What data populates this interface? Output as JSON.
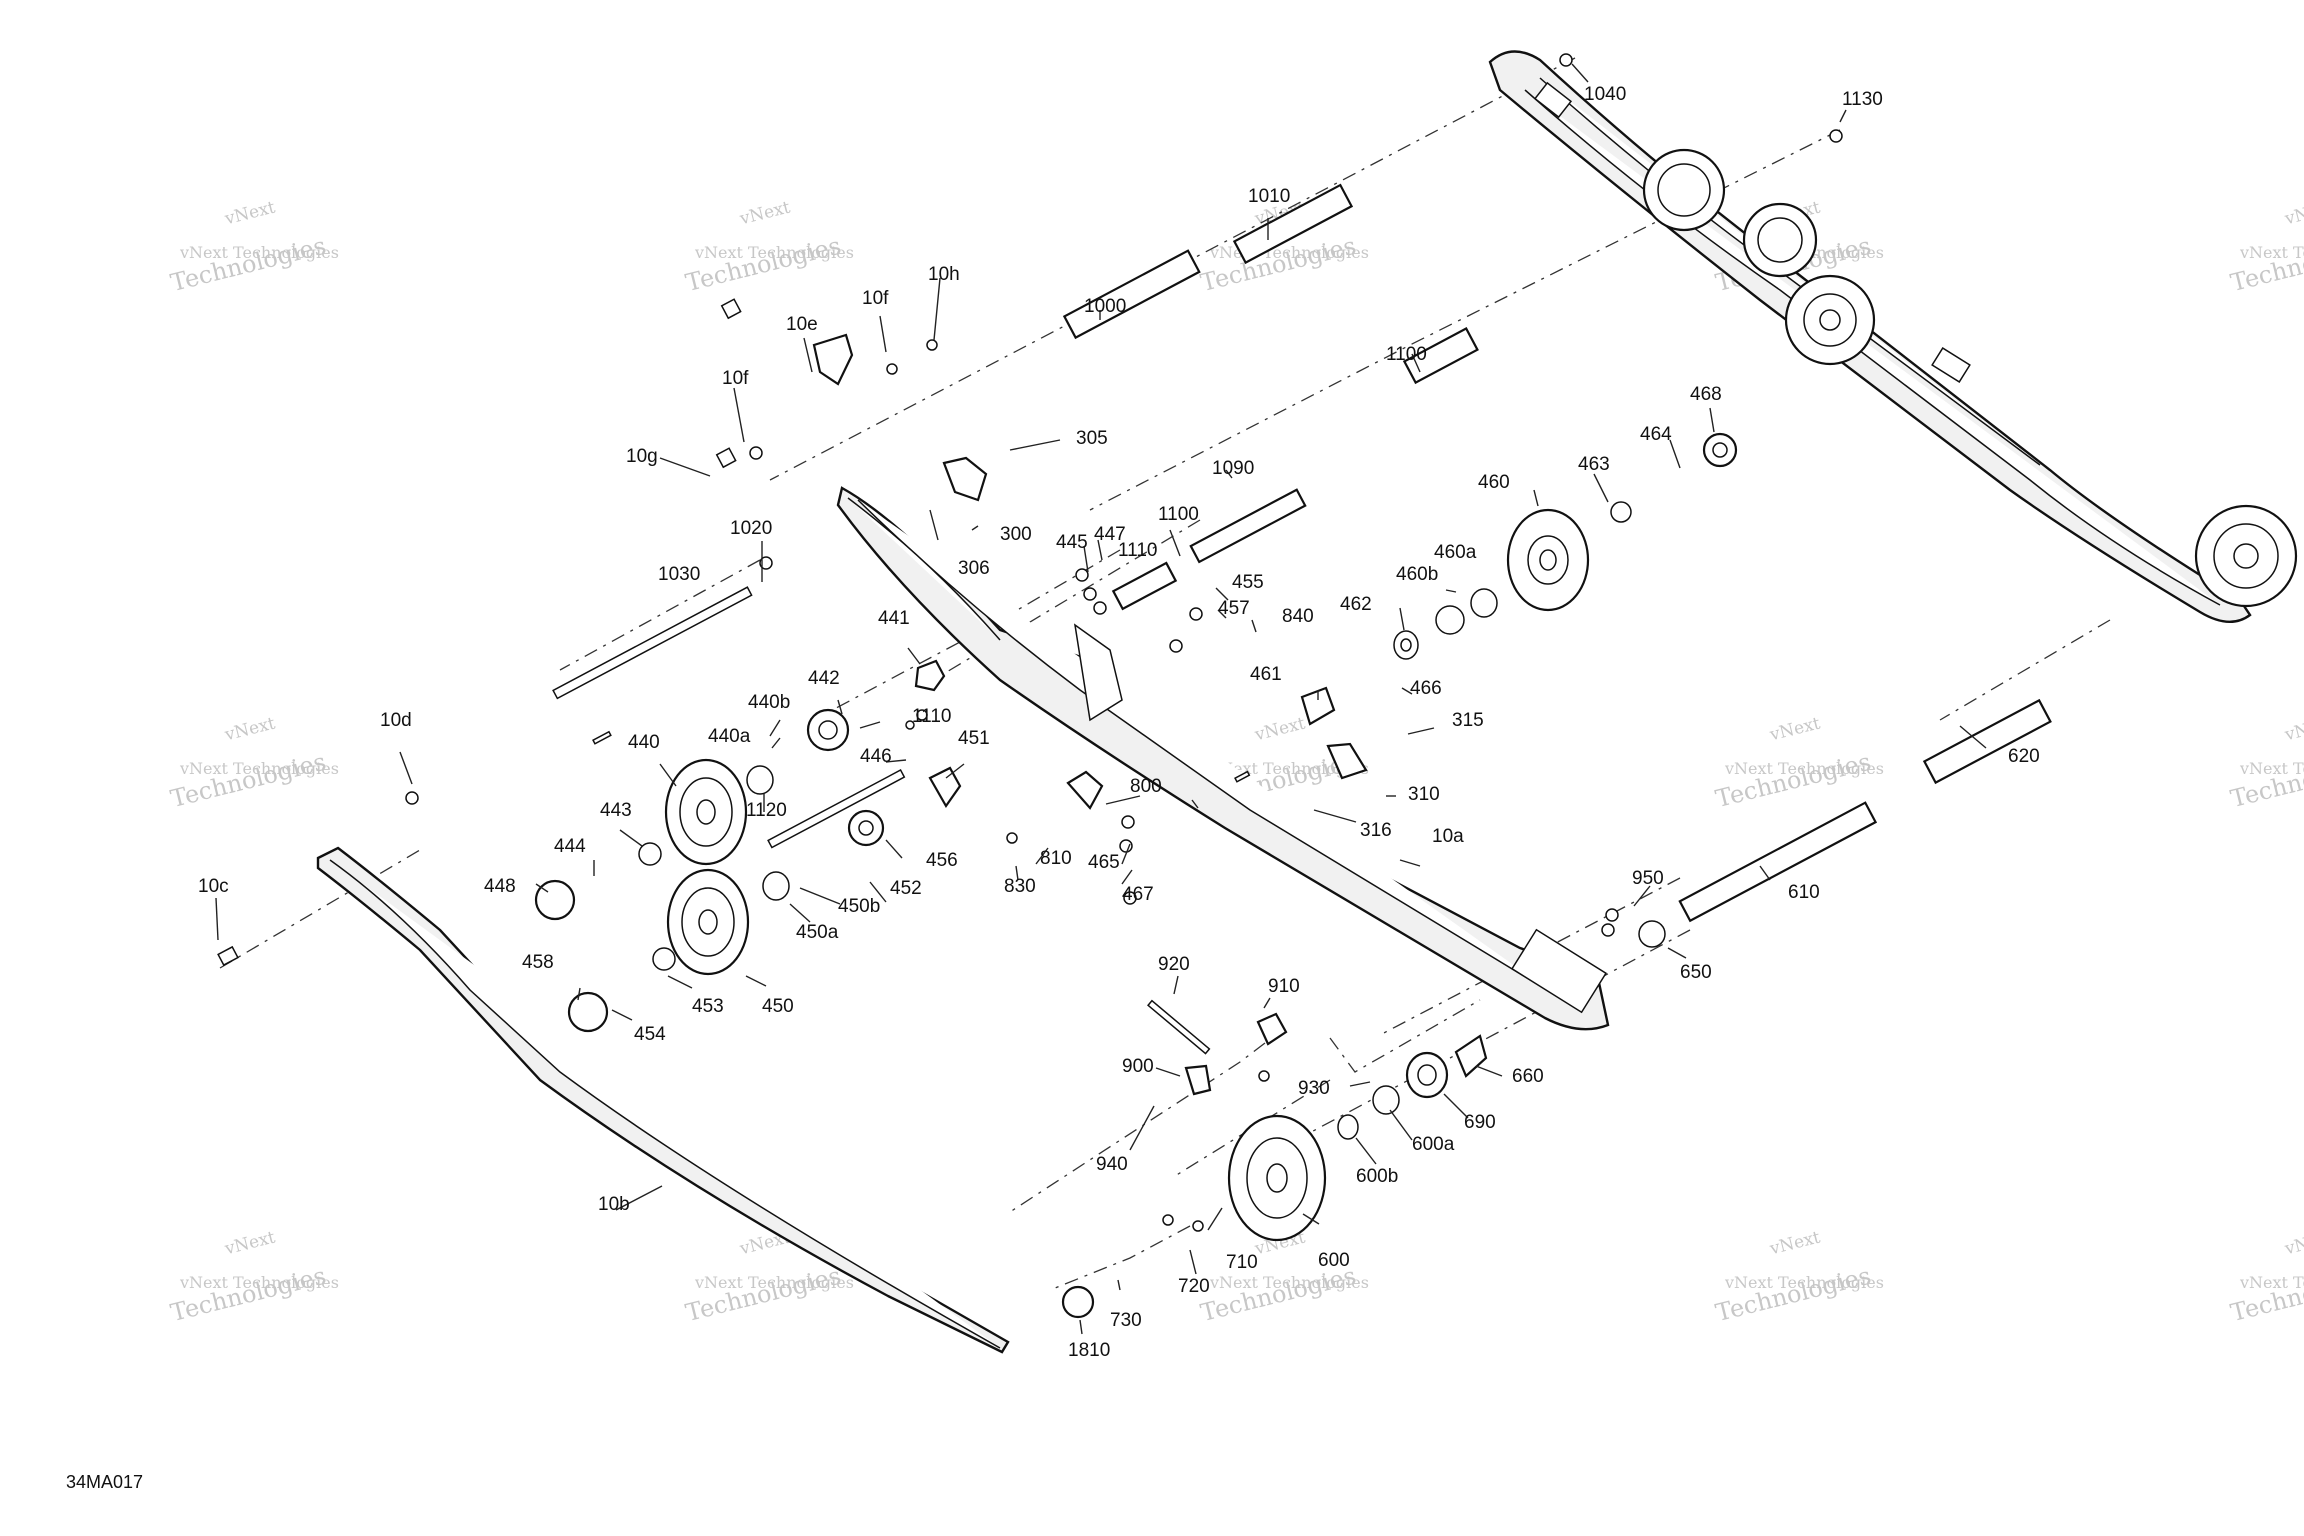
{
  "diagram": {
    "reference_code": "34MA017",
    "watermark": {
      "line1": "vNext",
      "line2": "vNext Technologies",
      "line3": "Technologies"
    },
    "parts": [
      {
        "id": "p1040",
        "label": "1040"
      },
      {
        "id": "p1130",
        "label": "1130"
      },
      {
        "id": "p1010",
        "label": "1010"
      },
      {
        "id": "p1000",
        "label": "1000"
      },
      {
        "id": "p1100",
        "label": "1100"
      },
      {
        "id": "p10h",
        "label": "10h"
      },
      {
        "id": "p10f_a",
        "label": "10f"
      },
      {
        "id": "p10e",
        "label": "10e"
      },
      {
        "id": "p10f_b",
        "label": "10f"
      },
      {
        "id": "p10g",
        "label": "10g"
      },
      {
        "id": "p305",
        "label": "305"
      },
      {
        "id": "p300",
        "label": "300"
      },
      {
        "id": "p306",
        "label": "306"
      },
      {
        "id": "p1090",
        "label": "1090"
      },
      {
        "id": "p1020",
        "label": "1020"
      },
      {
        "id": "p1030",
        "label": "1030"
      },
      {
        "id": "p468",
        "label": "468"
      },
      {
        "id": "p464",
        "label": "464"
      },
      {
        "id": "p463",
        "label": "463"
      },
      {
        "id": "p460",
        "label": "460"
      },
      {
        "id": "p460a",
        "label": "460a"
      },
      {
        "id": "p460b",
        "label": "460b"
      },
      {
        "id": "p462",
        "label": "462"
      },
      {
        "id": "p1100b",
        "label": "1100"
      },
      {
        "id": "p1110",
        "label": "1110"
      },
      {
        "id": "p445",
        "label": "445"
      },
      {
        "id": "p447",
        "label": "447"
      },
      {
        "id": "p455",
        "label": "455"
      },
      {
        "id": "p457",
        "label": "457"
      },
      {
        "id": "p840",
        "label": "840"
      },
      {
        "id": "p441",
        "label": "441"
      },
      {
        "id": "p442",
        "label": "442"
      },
      {
        "id": "p440b",
        "label": "440b"
      },
      {
        "id": "p440a",
        "label": "440a"
      },
      {
        "id": "p446",
        "label": "446"
      },
      {
        "id": "p1110b",
        "label": "1110"
      },
      {
        "id": "p451",
        "label": "451"
      },
      {
        "id": "p440",
        "label": "440"
      },
      {
        "id": "p1120",
        "label": "1120"
      },
      {
        "id": "p461",
        "label": "461"
      },
      {
        "id": "p466",
        "label": "466"
      },
      {
        "id": "p315",
        "label": "315"
      },
      {
        "id": "p310",
        "label": "310"
      },
      {
        "id": "p316",
        "label": "316"
      },
      {
        "id": "p620",
        "label": "620"
      },
      {
        "id": "p10d",
        "label": "10d"
      },
      {
        "id": "p443",
        "label": "443"
      },
      {
        "id": "p444",
        "label": "444"
      },
      {
        "id": "p10c",
        "label": "10c"
      },
      {
        "id": "p448",
        "label": "448"
      },
      {
        "id": "p456",
        "label": "456"
      },
      {
        "id": "p452",
        "label": "452"
      },
      {
        "id": "p450b",
        "label": "450b"
      },
      {
        "id": "p450a",
        "label": "450a"
      },
      {
        "id": "p800",
        "label": "800"
      },
      {
        "id": "p810",
        "label": "810"
      },
      {
        "id": "p830",
        "label": "830"
      },
      {
        "id": "p465",
        "label": "465"
      },
      {
        "id": "p467",
        "label": "467"
      },
      {
        "id": "p10a",
        "label": "10a"
      },
      {
        "id": "p950",
        "label": "950"
      },
      {
        "id": "p610",
        "label": "610"
      },
      {
        "id": "p650",
        "label": "650"
      },
      {
        "id": "p458",
        "label": "458"
      },
      {
        "id": "p453",
        "label": "453"
      },
      {
        "id": "p450",
        "label": "450"
      },
      {
        "id": "p454",
        "label": "454"
      },
      {
        "id": "p920",
        "label": "920"
      },
      {
        "id": "p910",
        "label": "910"
      },
      {
        "id": "p900",
        "label": "900"
      },
      {
        "id": "p930",
        "label": "930"
      },
      {
        "id": "p660",
        "label": "660"
      },
      {
        "id": "p690",
        "label": "690"
      },
      {
        "id": "p600a",
        "label": "600a"
      },
      {
        "id": "p940",
        "label": "940"
      },
      {
        "id": "p600b",
        "label": "600b"
      },
      {
        "id": "p10b",
        "label": "10b"
      },
      {
        "id": "p600",
        "label": "600"
      },
      {
        "id": "p710",
        "label": "710"
      },
      {
        "id": "p720",
        "label": "720"
      },
      {
        "id": "p730",
        "label": "730"
      },
      {
        "id": "p1810",
        "label": "1810"
      }
    ]
  }
}
